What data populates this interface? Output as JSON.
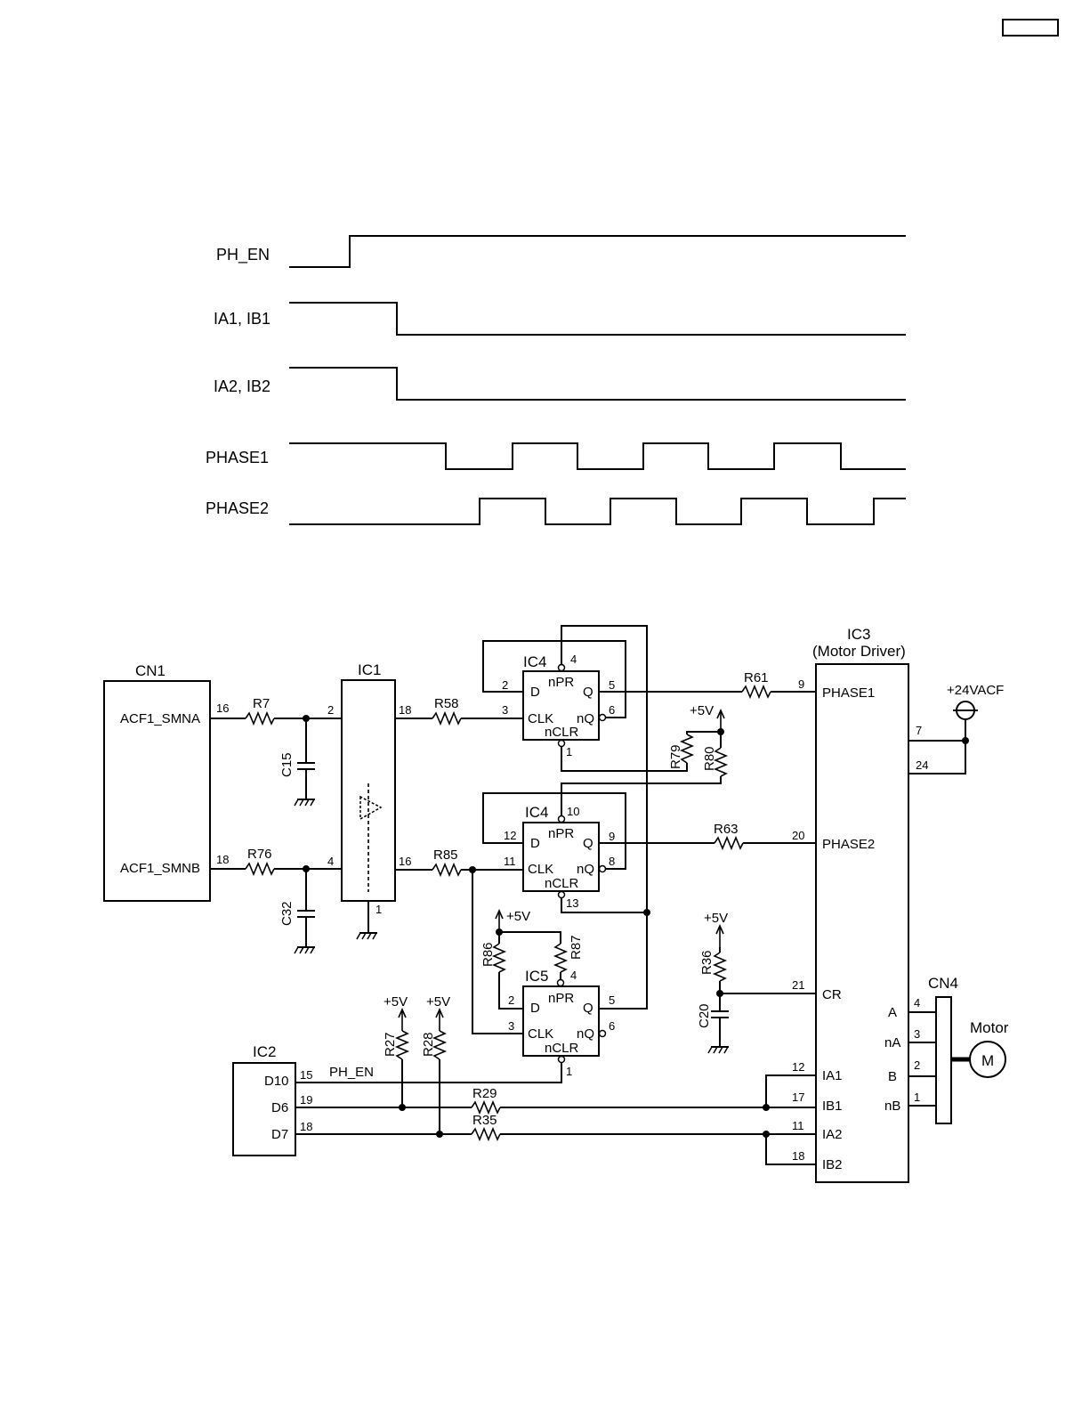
{
  "timing": {
    "signals": [
      "PH_EN",
      "IA1, IB1",
      "IA2, IB2",
      "PHASE1",
      "PHASE2"
    ]
  },
  "schematic": {
    "cn1": {
      "name": "CN1",
      "pin16_label": "ACF1_SMNA",
      "pin18_label": "ACF1_SMNB",
      "pin16": "16",
      "pin18": "18"
    },
    "ic1": {
      "name": "IC1",
      "pins": {
        "p2": "2",
        "p4": "4",
        "p18": "18",
        "p16": "16",
        "p1": "1"
      }
    },
    "ic2": {
      "name": "IC2",
      "pins": [
        "D10",
        "D6",
        "D7"
      ],
      "pin_numbers": [
        "15",
        "19",
        "18"
      ],
      "net_ph_en": "PH_EN"
    },
    "ic3": {
      "name": "IC3",
      "subtitle": "(Motor Driver)",
      "left_pins": [
        "PHASE1",
        "PHASE2",
        "CR",
        "IA1",
        "IB1",
        "IA2",
        "IB2"
      ],
      "left_numbers": [
        "9",
        "20",
        "21",
        "12",
        "17",
        "11",
        "18"
      ],
      "right_pins": [
        "A",
        "nA",
        "B",
        "nB"
      ],
      "right_numbers": [
        "4",
        "3",
        "2",
        "1"
      ],
      "supply_numbers": [
        "7",
        "24"
      ]
    },
    "ic4a": {
      "name": "IC4",
      "d": "D",
      "q": "Q",
      "nq": "nQ",
      "clk": "CLK",
      "npr": "nPR",
      "nclr": "nCLR",
      "pins": {
        "d": "2",
        "clk": "3",
        "q": "5",
        "nq": "6",
        "npr": "4",
        "nclr": "1"
      }
    },
    "ic4b": {
      "name": "IC4",
      "d": "D",
      "q": "Q",
      "nq": "nQ",
      "clk": "CLK",
      "npr": "nPR",
      "nclr": "nCLR",
      "pins": {
        "d": "12",
        "clk": "11",
        "q": "9",
        "nq": "8",
        "npr": "10",
        "nclr": "13"
      }
    },
    "ic5": {
      "name": "IC5",
      "d": "D",
      "q": "Q",
      "nq": "nQ",
      "clk": "CLK",
      "npr": "nPR",
      "nclr": "nCLR",
      "pins": {
        "d": "2",
        "clk": "3",
        "q": "5",
        "nq": "6",
        "npr": "4",
        "nclr": "1"
      }
    },
    "cn4": {
      "name": "CN4"
    },
    "motor": {
      "label": "Motor",
      "symbol": "M"
    },
    "resistors": {
      "r7": "R7",
      "r76": "R76",
      "r58": "R58",
      "r85": "R85",
      "r61": "R61",
      "r63": "R63",
      "r79": "R79",
      "r80": "R80",
      "r86": "R86",
      "r87": "R87",
      "r36": "R36",
      "r27": "R27",
      "r28": "R28",
      "r29": "R29",
      "r35": "R35"
    },
    "capacitors": {
      "c15": "C15",
      "c32": "C32",
      "c20": "C20"
    },
    "supplies": {
      "v5": "+5V",
      "v24": "+24VACF"
    }
  }
}
